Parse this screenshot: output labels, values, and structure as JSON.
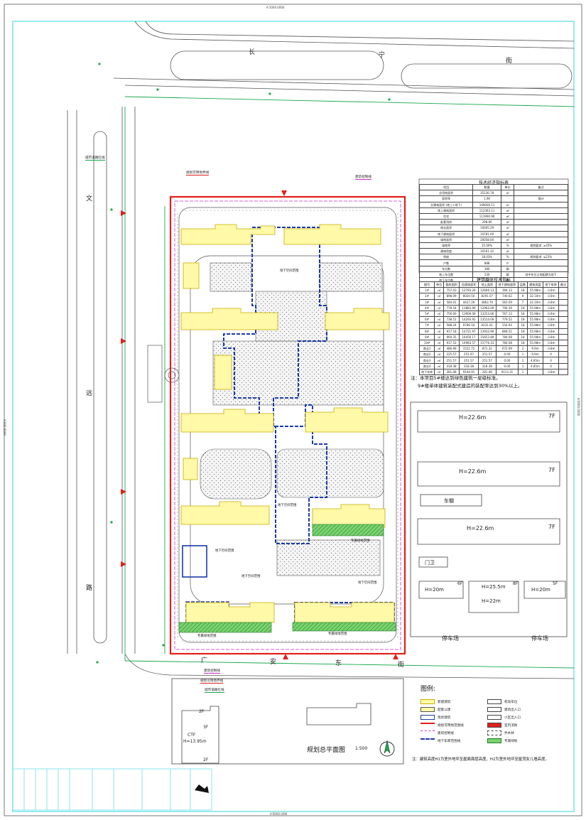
{
  "sheet": {
    "top_ref": "A'1000.0000",
    "bottom_ref": "A'0000.00W",
    "left_ref": "A'000.0000",
    "right_ref": "A'0000.0000"
  },
  "roads": {
    "changning": [
      "长",
      "宁",
      "街"
    ],
    "wenyuan": [
      "文",
      "远",
      "路"
    ],
    "guangan": [
      "广",
      "安",
      "东",
      "街"
    ]
  },
  "callouts": {
    "city_green_line_top": "城市道路红线",
    "planned_land_line_top": "规划可用地界线",
    "building_control_line_top": "建筑控制线",
    "building_control_line_bottom": "建筑控制线",
    "planned_land_line_bottom": "规划可用地界线",
    "city_green_line_bottom": "城市道路红线"
  },
  "site_labels": {
    "underground_1": "地下空间范围",
    "underground_2": "地下空间范围",
    "underground_3": "地下空间范围",
    "underground_4": "地下空间范围",
    "underground_5": "地下空间范围",
    "special_green_1": "专属绿地范围",
    "special_green_2": "专属绿地范围",
    "special_green_3": "专属绿地范围"
  },
  "tech_table": {
    "title": "技术经济指标表",
    "headers": [
      "项目",
      "数量",
      "单位",
      "备注"
    ],
    "rows": [
      [
        "总用地面积",
        "35136.78",
        "㎡",
        ""
      ],
      [
        "容积率",
        "1.90",
        "",
        "限计"
      ],
      [
        "总建筑面积 (地上+地下)",
        "109000.11",
        "㎡",
        ""
      ],
      [
        "地上建筑面积",
        "112363.11",
        "㎡",
        ""
      ],
      [
        "住宅",
        "111990.96",
        "㎡",
        ""
      ],
      [
        "配套用房",
        "298.90",
        "㎡",
        ""
      ],
      [
        "商业面积",
        "10005.29",
        "㎡",
        ""
      ],
      [
        "地下建筑面积",
        "10781.00",
        "㎡",
        ""
      ],
      [
        "绿地面积",
        "20058.00",
        "㎡",
        ""
      ],
      [
        "绿地率",
        "35.00%",
        "%",
        "规划要求: ≥35%"
      ],
      [
        "建筑密度",
        "10161.32",
        "㎡",
        ""
      ],
      [
        "密度",
        "18.03%",
        "%",
        "规划要求: ≤22%"
      ],
      [
        "户数",
        "888",
        "户",
        ""
      ],
      [
        "车位数",
        "380",
        "辆",
        ""
      ],
      [
        "地上车位数",
        "230",
        "辆",
        "其中车位占地配建为地下"
      ],
      [
        "地下车位数",
        "150",
        "辆",
        ""
      ]
    ]
  },
  "bldg_table": {
    "title": "建筑单体技术指标",
    "headers": [
      "楼号",
      "单位",
      "基底面积",
      "总建筑面积",
      "地上面积",
      "地下建筑面积",
      "层数",
      "建筑高度",
      "地下车库",
      "备注"
    ],
    "rows": [
      [
        "1#",
        "㎡",
        "757.03",
        "12793.29",
        "12606.13",
        "394.13",
        "18",
        "55.98m",
        "-3.8m",
        ""
      ],
      [
        "2#",
        "㎡",
        "898.09",
        "8020.50",
        "8291.07",
        "740.62",
        "9",
        "32.10m",
        "-3.8m",
        ""
      ],
      [
        "3#",
        "㎡",
        "584.01",
        "4427.29",
        "3863.70",
        "563.59",
        "7",
        "22.10m",
        "-3.8m",
        ""
      ],
      [
        "4#",
        "㎡",
        "778.54",
        "13883.99",
        "12962.09",
        "794.39",
        "18",
        "55.98m",
        "-3.8m",
        ""
      ],
      [
        "5#",
        "㎡",
        "756.00",
        "13909.09",
        "13253.06",
        "767.13",
        "18",
        "55.98m",
        "-3.8m",
        ""
      ],
      [
        "6#",
        "㎡",
        "738.51",
        "14293.92",
        "13514.09",
        "779.52",
        "18",
        "55.98m",
        "-3.8m",
        ""
      ],
      [
        "7#",
        "㎡",
        "588.24",
        "9786.54",
        "9231.61",
        "554.93",
        "18",
        "55.98m",
        "-3.8m",
        ""
      ],
      [
        "8#",
        "㎡",
        "917.18",
        "14721.97",
        "13932.99",
        "868.51",
        "18",
        "55.98m",
        "-3.8m",
        ""
      ],
      [
        "9#",
        "㎡",
        "960.35",
        "16456.17",
        "15653.89",
        "784.08",
        "18",
        "55.98m",
        "-3.8m",
        ""
      ],
      [
        "10#",
        "㎡",
        "917.53",
        "14983.57",
        "15776.33",
        "784.08",
        "18",
        "55.98m",
        "-3.8m",
        ""
      ],
      [
        "商业1",
        "㎡",
        "486.99",
        "1521.72",
        "871.32",
        "672.09",
        "2",
        "9.9m",
        "-3.8m",
        ""
      ],
      [
        "商业2",
        "㎡",
        "225.57",
        "251.97",
        "251.57",
        "0.00",
        "1",
        "6.9m",
        "0",
        ""
      ],
      [
        "商业3",
        "㎡",
        "251.57",
        "251.57",
        "251.57",
        "0.00",
        "1",
        "4.85m",
        "0",
        ""
      ],
      [
        "商业4",
        "㎡",
        "318.38",
        "318.38",
        "318.38",
        "0.00",
        "1",
        "4.85m",
        "0",
        ""
      ],
      [
        "地下车库",
        "㎡",
        "281.08",
        "9144.91",
        "281.08",
        "9113.31",
        "1",
        "",
        "-3.8m",
        ""
      ]
    ]
  },
  "notes": {
    "line1": "注：本项目5#楼达到绿色建筑一星级标准。",
    "line2": "9#楼单体建筑装配式建造的装配率达到30%以上。",
    "bottom": "注：建筑高度H1为室外地坪至屋面面层高度，H2为室外地坪至屋顶女儿墙高度。"
  },
  "adjacent": {
    "h1": "H=22.6m",
    "f1": "7F",
    "h2": "H=22.6m",
    "f2": "7F",
    "h3": "H=22.6m",
    "f3": "7F",
    "shed": "车棚",
    "guard": "门卫",
    "hA": "H=20m",
    "fA": "6F",
    "hB": "H=25.5m",
    "fB": "8F",
    "hC": "H=22m",
    "hD": "H=20m",
    "fD": "5F",
    "parking1": "停车场",
    "parking2": "停车场",
    "ctf": "CTF",
    "ctf_h": "H=13.95m",
    "bot_f1": "2F",
    "bot_f2": "3F",
    "bot_f3": "2F"
  },
  "legend": {
    "title": "图例:",
    "items_left": [
      "新建建筑",
      "配套公建",
      "现状建筑",
      "规划可用地范围线",
      "建筑控制线",
      "地下车库范围线"
    ],
    "items_right": [
      "机动车位",
      "建筑出入口",
      "小区出入口",
      "室内消防",
      "乔木林",
      "专属绿地"
    ]
  },
  "plan_title": {
    "title": "规划总平面图",
    "scale": "1:500"
  },
  "colors": {
    "site_line": "#e0201b",
    "road": "#1aa84c",
    "building_fill": "#fff9a8",
    "building_stroke": "#d6b800",
    "underground": "#1a3aa8",
    "green_hatch": "#2f9e3a",
    "control_line": "#d22ac9",
    "frame": "#6ce0e8"
  }
}
